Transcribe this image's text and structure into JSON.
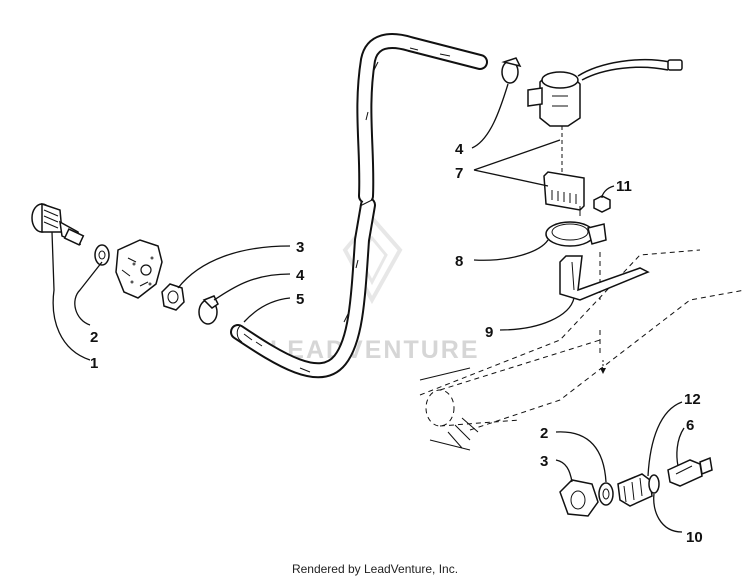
{
  "watermark": "LEADVENTURE",
  "credit": "Rendered by LeadVenture, Inc.",
  "callouts": {
    "c1": "1",
    "c2a": "2",
    "c3a": "3",
    "c4a": "4",
    "c5": "5",
    "c4b": "4",
    "c7": "7",
    "c8": "8",
    "c9": "9",
    "c11": "11",
    "c2b": "2",
    "c3b": "3",
    "c12": "12",
    "c6": "6",
    "c10": "10"
  }
}
